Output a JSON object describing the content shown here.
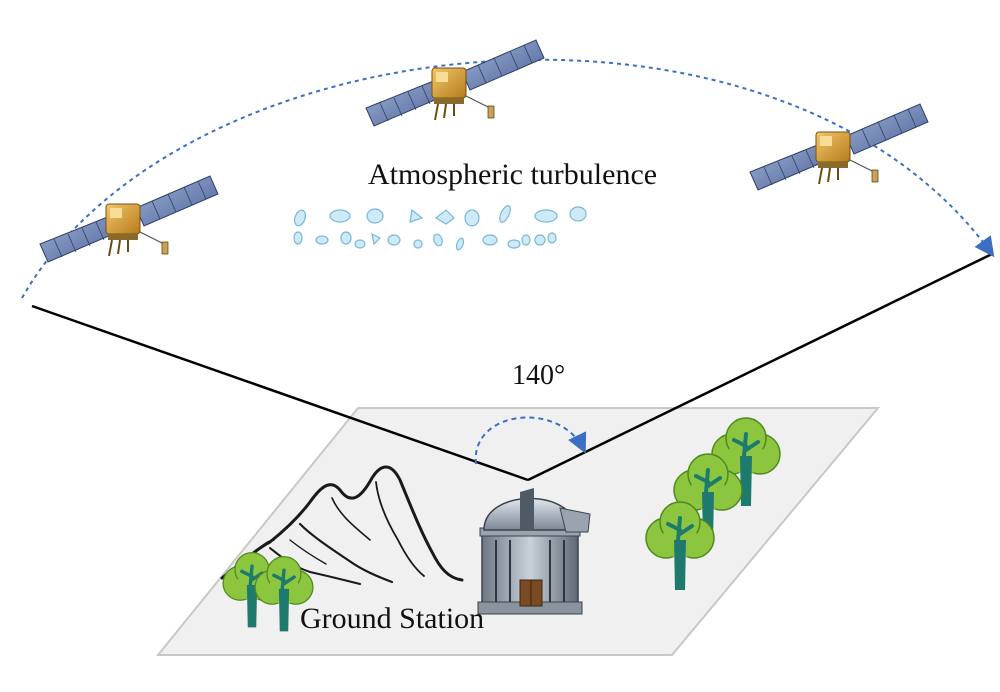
{
  "labels": {
    "turbulence": "Atmospheric turbulence",
    "angle": "140°",
    "ground_station": "Ground Station"
  },
  "colors": {
    "trajectory": "#3b6fc4",
    "ground_plane": "#f0f0f0",
    "ground_edge": "#c8c8c8",
    "tree_canopy": "#8cc63f",
    "tree_trunk": "#1f7a6e",
    "turbulence_fill": "#cfeaf7",
    "turbulence_stroke": "#7ab8d8",
    "satellite_body": "#d9a441",
    "solar_panel": "#6f86b3",
    "mountain": "#1a1a1a"
  },
  "icons": {
    "satellites": [
      "satellite-icon",
      "satellite-icon",
      "satellite-icon"
    ],
    "observatory": "observatory-icon",
    "trees": "tree-icon",
    "mountains": "mountain-icon"
  }
}
